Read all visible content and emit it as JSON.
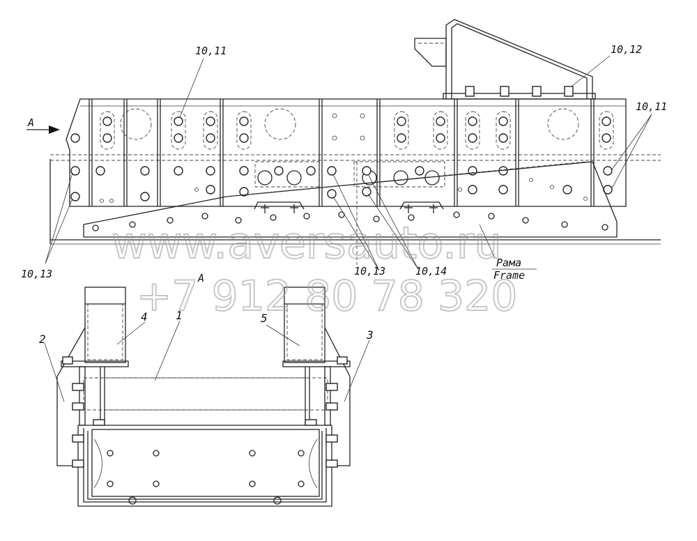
{
  "labels": {
    "top_left_1011": "10,11",
    "top_right_1012": "10,12",
    "right_1011": "10,11",
    "left_1013": "10,13",
    "mid_1013": "10,13",
    "mid_1014": "10,14",
    "frame_ru": "Рама",
    "frame_en": "Frame",
    "view_arrow": "A",
    "section_view": "A",
    "part_1": "1",
    "part_2": "2",
    "part_3": "3",
    "part_4": "4",
    "part_5": "5"
  },
  "watermark": {
    "site": "www.aversauto.ru",
    "phone": "+7 912 80 78 320"
  },
  "colors": {
    "line": "#222222",
    "watermark": "#9a9a9a",
    "background": "#ffffff"
  }
}
